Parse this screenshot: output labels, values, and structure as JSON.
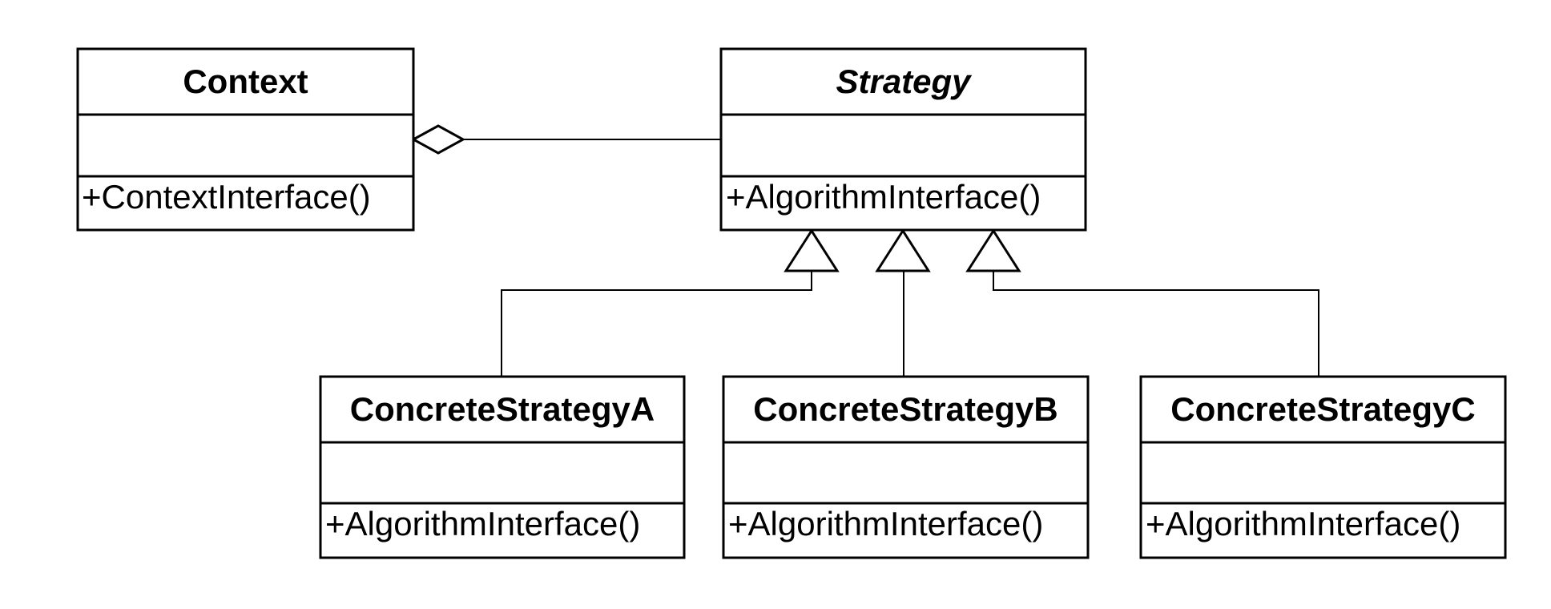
{
  "classes": {
    "context": {
      "name": "Context",
      "attributes": "",
      "operation": "+ContextInterface()"
    },
    "strategy": {
      "name": "Strategy",
      "abstract": true,
      "attributes": "",
      "operation": "+AlgorithmInterface()"
    },
    "concrete_a": {
      "name": "ConcreteStrategyA",
      "attributes": "",
      "operation": "+AlgorithmInterface()"
    },
    "concrete_b": {
      "name": "ConcreteStrategyB",
      "attributes": "",
      "operation": "+AlgorithmInterface()"
    },
    "concrete_c": {
      "name": "ConcreteStrategyC",
      "attributes": "",
      "operation": "+AlgorithmInterface()"
    }
  },
  "relationships": [
    {
      "type": "aggregation",
      "from": "context",
      "to": "strategy"
    },
    {
      "type": "generalization",
      "from": "concrete_a",
      "to": "strategy"
    },
    {
      "type": "generalization",
      "from": "concrete_b",
      "to": "strategy"
    },
    {
      "type": "generalization",
      "from": "concrete_c",
      "to": "strategy"
    }
  ]
}
